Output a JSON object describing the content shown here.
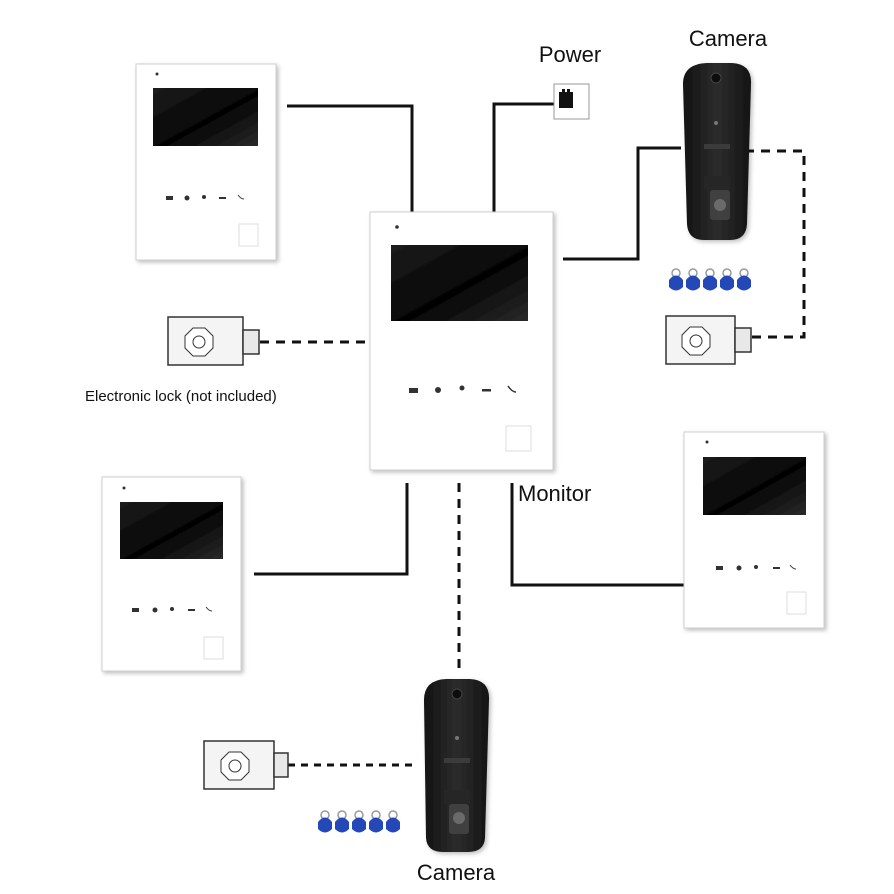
{
  "labels": {
    "power": "Power",
    "camera_top": "Camera",
    "camera_bottom": "Camera",
    "monitor": "Monitor",
    "lock": "Electronic lock (not included)"
  },
  "components": {
    "main_monitor_count": 1,
    "extension_monitor_count": 3,
    "camera_count": 2,
    "lock_count": 3,
    "rfid_tags_per_camera": 5
  },
  "colors": {
    "wire": "#111111",
    "monitor_body": "#ffffff",
    "screen": "#111111",
    "camera_body": "#1f1f1f",
    "rfid_tag": "#2548b8",
    "lock_body": "#f4f4f4"
  },
  "icons": [
    "intercom-icon",
    "settings-icon",
    "user-icon",
    "unlock-icon",
    "phone-icon"
  ]
}
